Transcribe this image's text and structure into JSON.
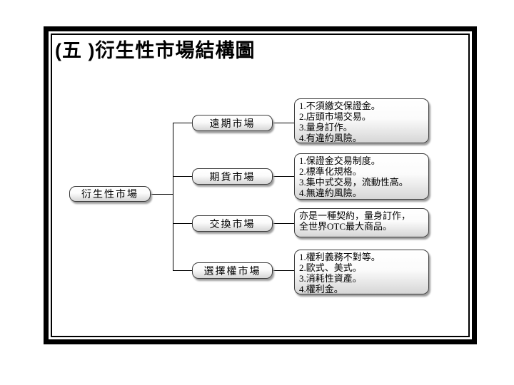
{
  "slide": {
    "title": "(五 )衍生性市場結構圖"
  },
  "diagram": {
    "root": {
      "label": "衍生性市場"
    },
    "branches": [
      {
        "label": "遠期市場",
        "details": [
          "1.不須繳交保證金。",
          "2.店頭市場交易。",
          "3.量身訂作。",
          "4.有違約風險。"
        ]
      },
      {
        "label": "期貨市場",
        "details": [
          "1.保證金交易制度。",
          "2.標準化規格。",
          "3.集中式交易，流動性高。",
          "4.無違約風險。"
        ]
      },
      {
        "label": "交換市場",
        "details": [
          "亦是一種契約，量身訂作，",
          "全世界OTC最大商品。"
        ]
      },
      {
        "label": "選擇權市場",
        "details": [
          "1.權利義務不對等。",
          "2.歐式、美式。",
          "3.消耗性資產。",
          "4.權利金。"
        ]
      }
    ]
  },
  "colors": {
    "frame_border": "#000000",
    "box_border": "#3d3d3d",
    "box_gradient_top": "#ffffff",
    "box_gradient_bottom": "#d6d6d6",
    "box_shadow": "#9e9e9e",
    "text": "#000000",
    "background": "#ffffff"
  }
}
